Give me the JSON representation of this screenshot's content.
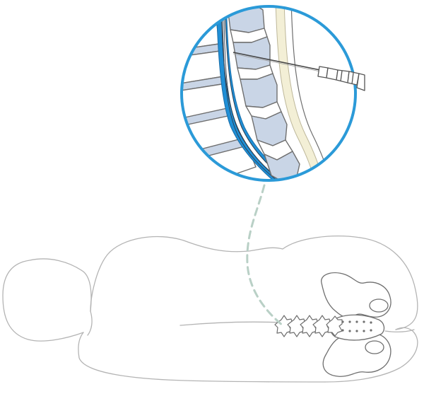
{
  "figure": {
    "colors": {
      "background": "#ffffff",
      "body_outline": "#b4b4b4",
      "bone_fill": "#ffffff",
      "bone_outline": "#6f6f6f",
      "disc_fill": "#c9d5e6",
      "csf_blue": "#1f8fd6",
      "spinal_cord": "#ffffff",
      "ligament": "#f3efd6",
      "magnifier_ring": "#2b9ad8",
      "leader_dash": "#b9d0c6",
      "needle": "#444444"
    },
    "parts": [
      "patient-body",
      "pelvis",
      "lumbar-spine",
      "dashed-leader",
      "magnifier",
      "spinal-canal",
      "spinal-needle",
      "syringe-hub"
    ]
  }
}
